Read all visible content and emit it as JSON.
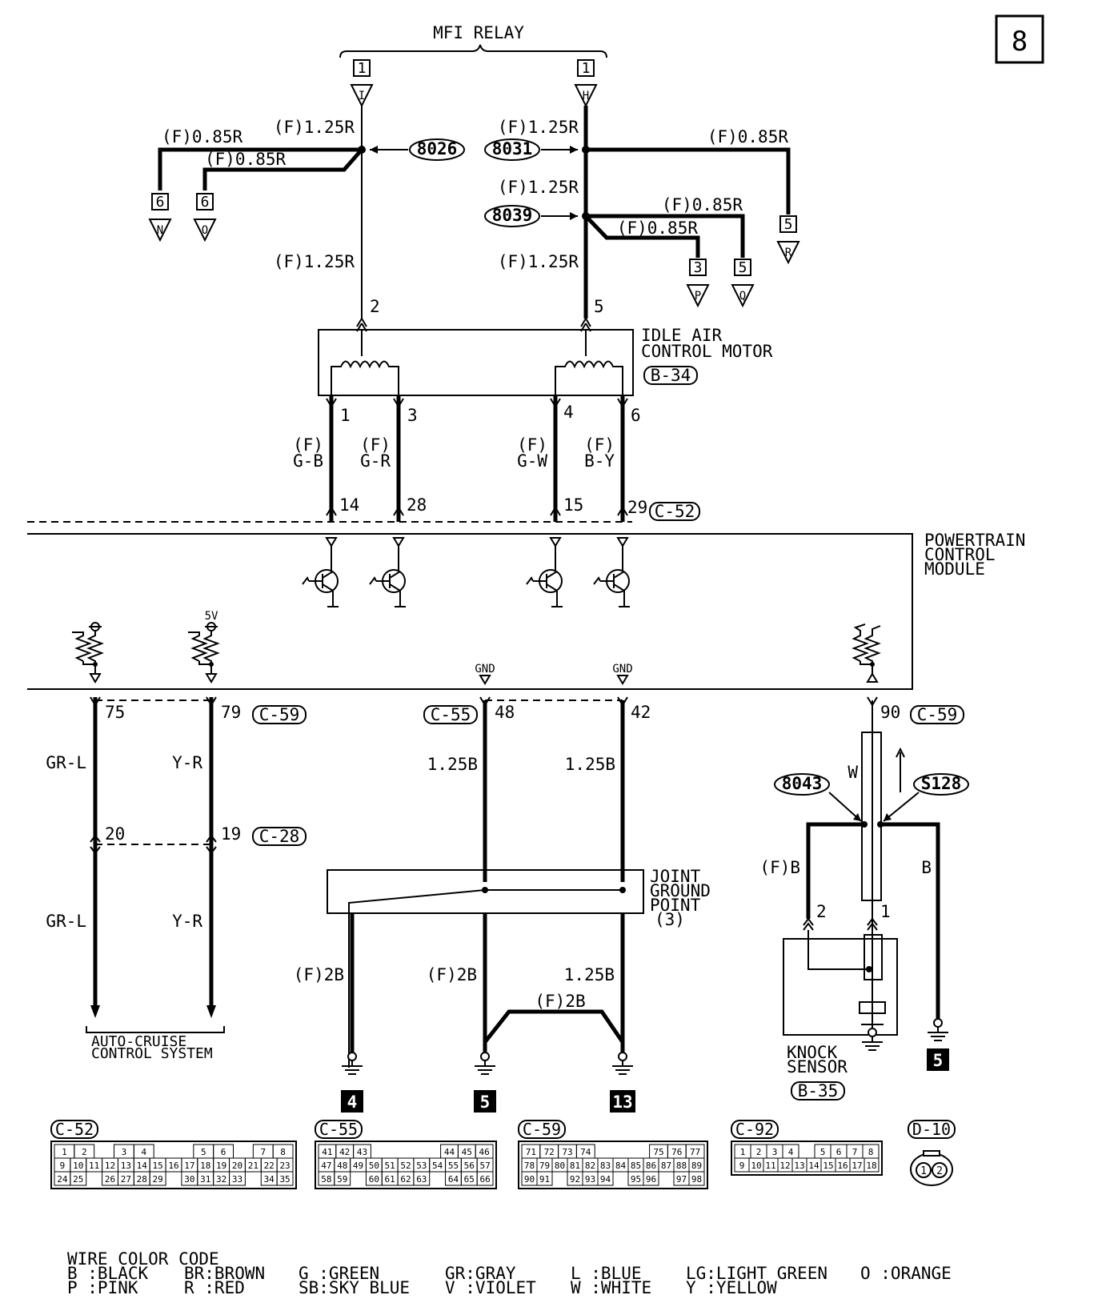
{
  "page_number": "8",
  "mfi_relay": {
    "title": "MFI RELAY",
    "left_ref": "1",
    "left_conn": "I",
    "right_ref": "1",
    "right_conn": "H"
  },
  "wire_labels": {
    "left_far": "(F)0.85R",
    "left_inner": "(F)0.85R",
    "left_top": "(F)1.25R",
    "left_bottom": "(F)1.25R",
    "right_top": "(F)1.25R",
    "right_far": "(F)0.85R",
    "right_mid": "(F)1.25R",
    "right_splice_a": "(F)0.85R",
    "right_splice_b": "(F)0.85R",
    "right_bottom": "(F)1.25R"
  },
  "splices": {
    "s8026": "8026",
    "s8031": "8031",
    "s8039": "8039",
    "s8043": "8043",
    "s128": "S128"
  },
  "off_page": [
    {
      "ref": "6",
      "conn": "N"
    },
    {
      "ref": "6",
      "conn": "O"
    },
    {
      "ref": "5",
      "conn": "R"
    },
    {
      "ref": "3",
      "conn": "P"
    },
    {
      "ref": "5",
      "conn": "Q"
    }
  ],
  "iac_motor": {
    "name_line1": "IDLE AIR",
    "name_line2": "CONTROL MOTOR",
    "connector": "B-34",
    "pin_left": "2",
    "pin_right": "5",
    "pins_bottom": [
      "1",
      "3",
      "4",
      "6"
    ],
    "wire_opts": [
      "(F)",
      "(F)",
      "(F)",
      "(F)"
    ],
    "wire_colors": [
      "G-B",
      "G-R",
      "G-W",
      "B-Y"
    ]
  },
  "pcm": {
    "pins_top": [
      "14",
      "28",
      "15",
      "29"
    ],
    "connector_top": "C-52",
    "name_line1": "POWERTRAIN",
    "name_line2": "CONTROL",
    "name_line3": "MODULE",
    "label_5v": "5V",
    "label_gnd1": "GND",
    "label_gnd2": "GND"
  },
  "lower": {
    "pin75": "75",
    "pin79": "79",
    "conn_c59a": "C-59",
    "wire_grl_1": "GR-L",
    "wire_yr_1": "Y-R",
    "pin20": "20",
    "pin19": "19",
    "conn_c28": "C-28",
    "wire_grl_2": "GR-L",
    "wire_yr_2": "Y-R",
    "auto_cruise_1": "AUTO-CRUISE",
    "auto_cruise_2": "CONTROL SYSTEM",
    "conn_c55": "C-55",
    "pin48": "48",
    "pin42": "42",
    "wire_125b_a": "1.25B",
    "wire_125b_b": "1.25B",
    "jgp_1": "JOINT",
    "jgp_2": "GROUND",
    "jgp_3": "POINT",
    "jgp_4": "(3)",
    "wire_f2b_a": "(F)2B",
    "wire_f2b_b": "(F)2B",
    "wire_125b_c": "1.25B",
    "wire_f2b_c": "(F)2B",
    "ground_4": "4",
    "ground_5": "5",
    "ground_13": "13",
    "pin90": "90",
    "conn_c59b": "C-59",
    "wire_w": "W",
    "wire_fb": "(F)B",
    "wire_b": "B",
    "ks_pin2": "2",
    "ks_pin1": "1",
    "ks_name1": "KNOCK",
    "ks_name2": "SENSOR",
    "ks_conn": "B-35",
    "ground_5b": "5"
  },
  "connectors": {
    "c52": {
      "label": "C-52",
      "rows": [
        [
          "1",
          "2",
          "",
          "3",
          "4",
          "",
          "",
          "5",
          "6",
          "",
          "7",
          "8"
        ],
        [
          "9",
          "10",
          "11",
          "12",
          "13",
          "14",
          "15",
          "16",
          "17",
          "18",
          "19",
          "20",
          "21",
          "22",
          "23"
        ],
        [
          "24",
          "25",
          "",
          "26",
          "27",
          "28",
          "29",
          "",
          "30",
          "31",
          "32",
          "33",
          "",
          "34",
          "35"
        ]
      ]
    },
    "c55": {
      "label": "C-55",
      "rows": [
        [
          "41",
          "42",
          "43",
          "",
          "",
          "",
          "",
          "44",
          "45",
          "46"
        ],
        [
          "47",
          "48",
          "49",
          "50",
          "51",
          "52",
          "53",
          "54",
          "55",
          "56",
          "57"
        ],
        [
          "58",
          "59",
          "",
          "60",
          "61",
          "62",
          "63",
          "",
          "64",
          "65",
          "66"
        ]
      ]
    },
    "c59": {
      "label": "C-59",
      "rows": [
        [
          "71",
          "72",
          "73",
          "74",
          "",
          "",
          "",
          "75",
          "76",
          "77"
        ],
        [
          "78",
          "79",
          "80",
          "81",
          "82",
          "83",
          "84",
          "85",
          "86",
          "87",
          "88",
          "89"
        ],
        [
          "90",
          "91",
          "",
          "92",
          "93",
          "94",
          "",
          "95",
          "96",
          "",
          "97",
          "98"
        ]
      ]
    },
    "c92": {
      "label": "C-92",
      "rows": [
        [
          "1",
          "2",
          "3",
          "4",
          "",
          "5",
          "6",
          "7",
          "8"
        ],
        [
          "9",
          "10",
          "11",
          "12",
          "13",
          "14",
          "15",
          "16",
          "17",
          "18"
        ]
      ]
    },
    "d10": {
      "label": "D-10",
      "pins": [
        "1",
        "2"
      ]
    }
  },
  "legend": {
    "title": "WIRE COLOR CODE",
    "row1": [
      "B :BLACK",
      "BR:BROWN",
      "G :GREEN",
      "GR:GRAY",
      "L :BLUE",
      "LG:LIGHT GREEN",
      "O :ORANGE"
    ],
    "row2": [
      "P :PINK",
      "R :RED",
      "SB:SKY BLUE",
      "V :VIOLET",
      "W :WHITE",
      "Y :YELLOW"
    ]
  }
}
